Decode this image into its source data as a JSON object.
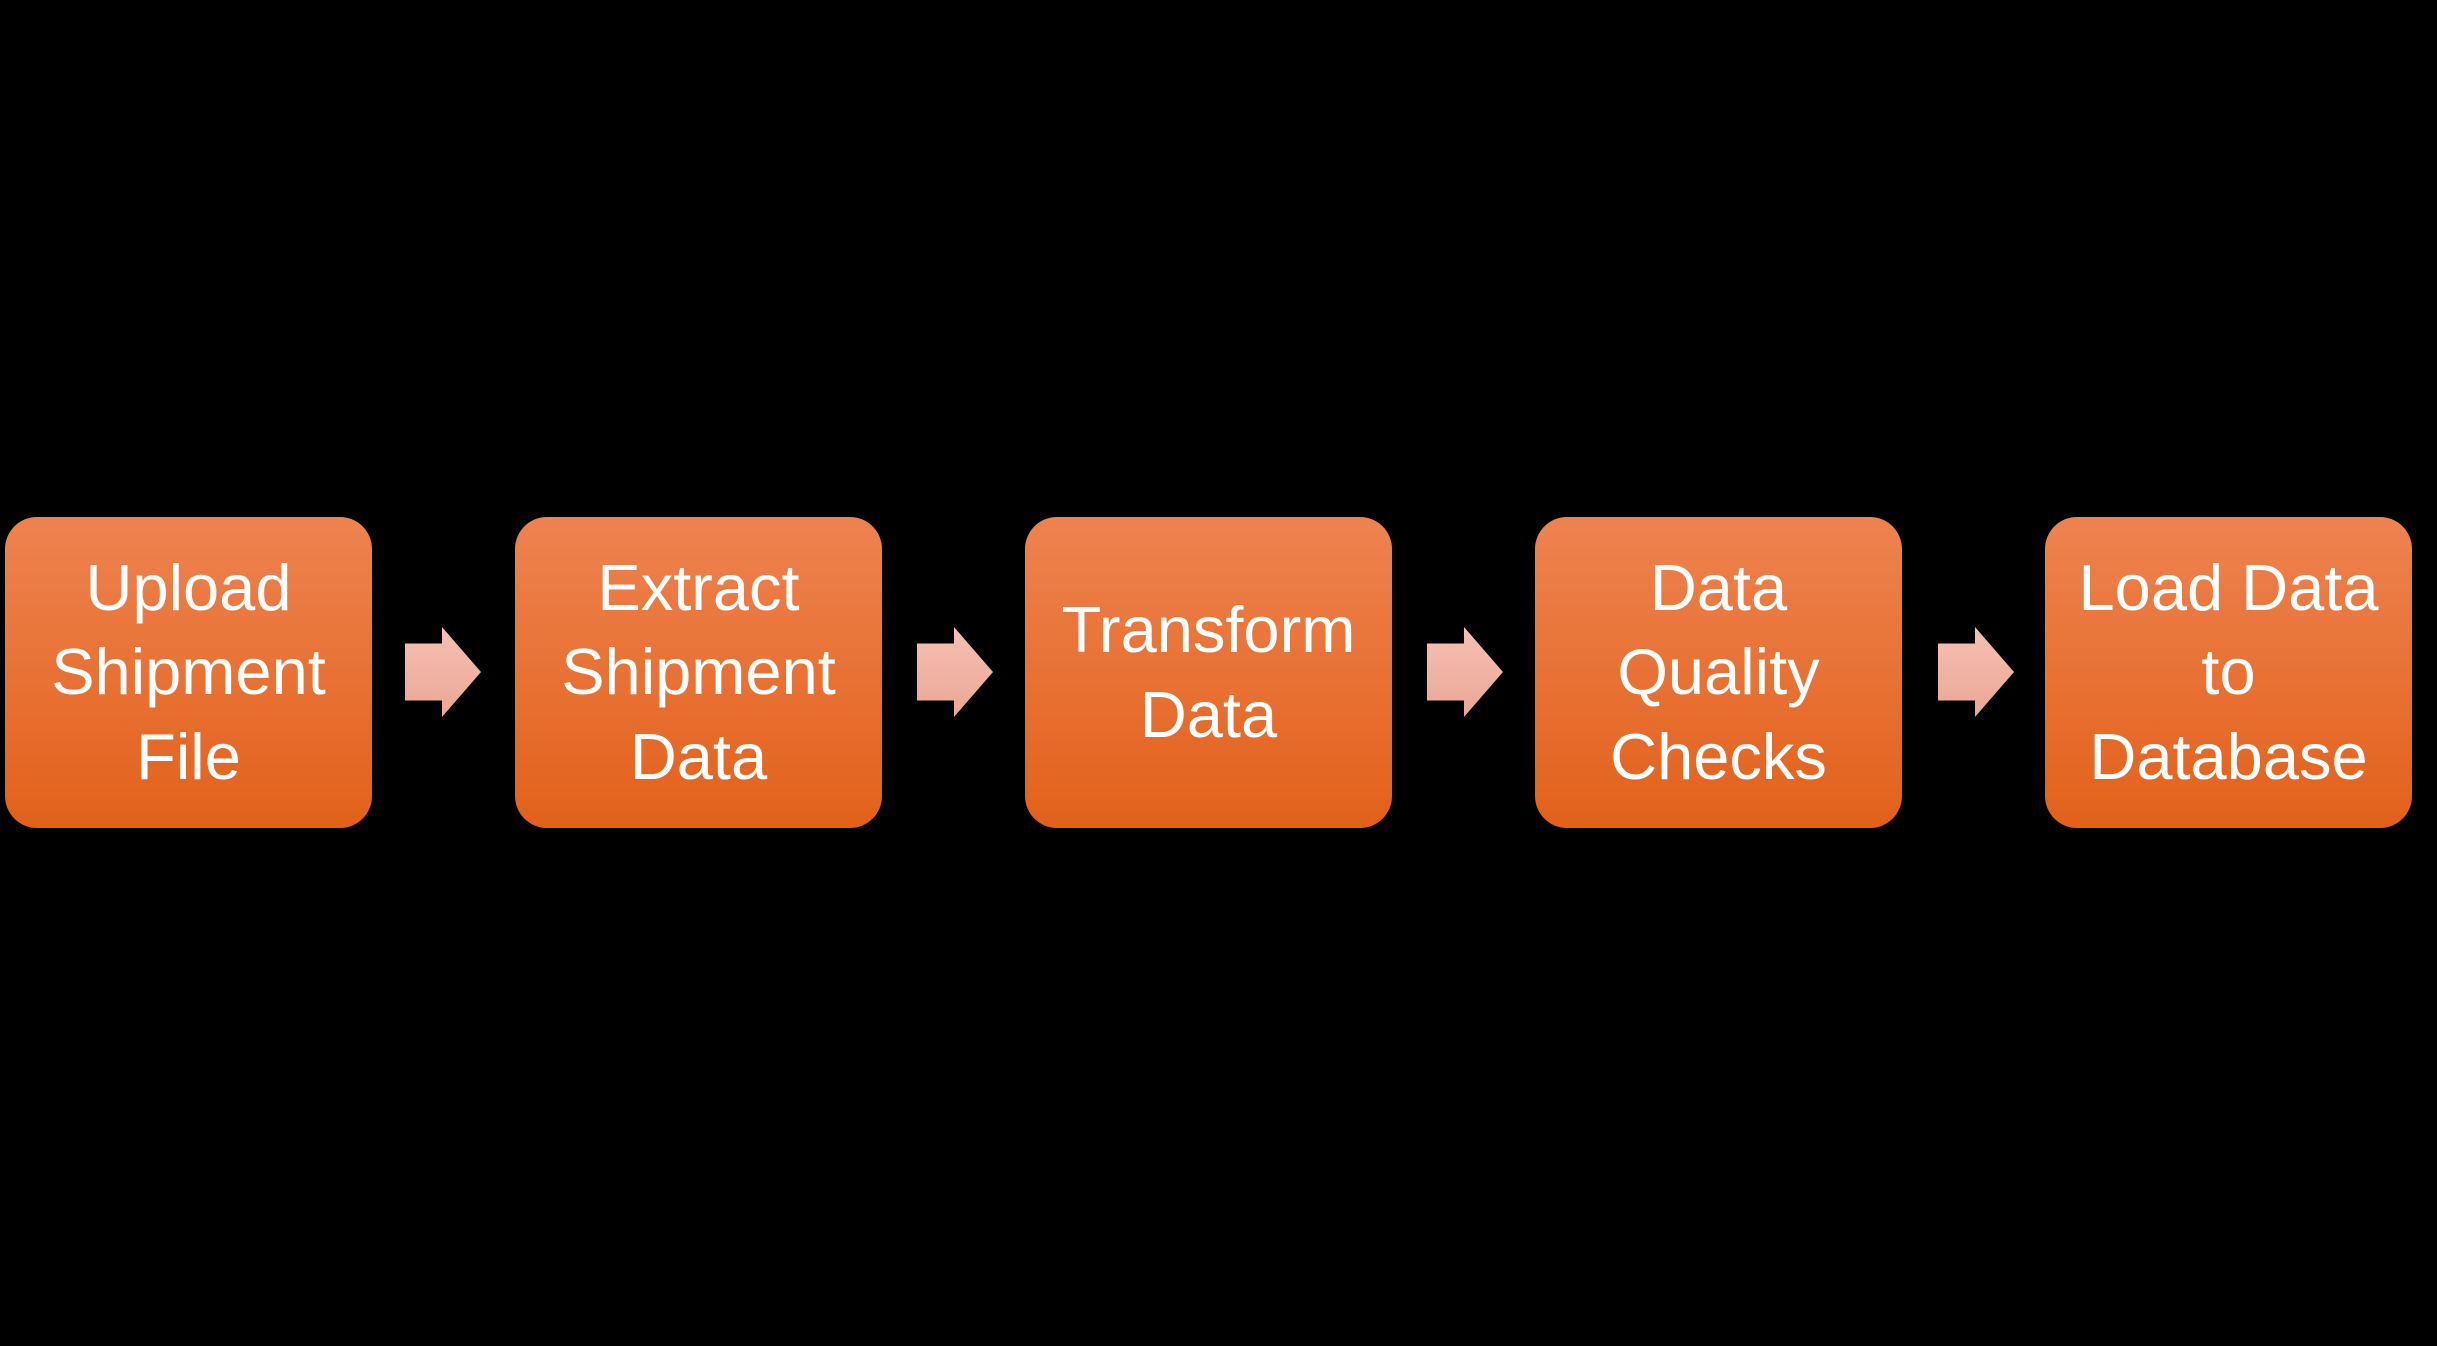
{
  "diagram": {
    "type": "process-flow",
    "direction": "left-to-right",
    "steps": [
      {
        "label": "Upload\nShipment\nFile"
      },
      {
        "label": "Extract\nShipment\nData"
      },
      {
        "label": "Transform\nData"
      },
      {
        "label": "Data\nQuality\nChecks"
      },
      {
        "label": "Load Data\nto\nDatabase"
      }
    ],
    "connectors": [
      {
        "from": 0,
        "to": 1,
        "shape": "right-arrow"
      },
      {
        "from": 1,
        "to": 2,
        "shape": "right-arrow"
      },
      {
        "from": 2,
        "to": 3,
        "shape": "right-arrow"
      },
      {
        "from": 3,
        "to": 4,
        "shape": "right-arrow"
      }
    ]
  },
  "colors": {
    "background": "#000000",
    "box_gradient_top": "#EE8350",
    "box_gradient_bottom": "#E2611A",
    "arrow_gradient_top": "#F6C0B3",
    "arrow_gradient_bottom": "#EAA794",
    "text": "#FFFFFF"
  }
}
